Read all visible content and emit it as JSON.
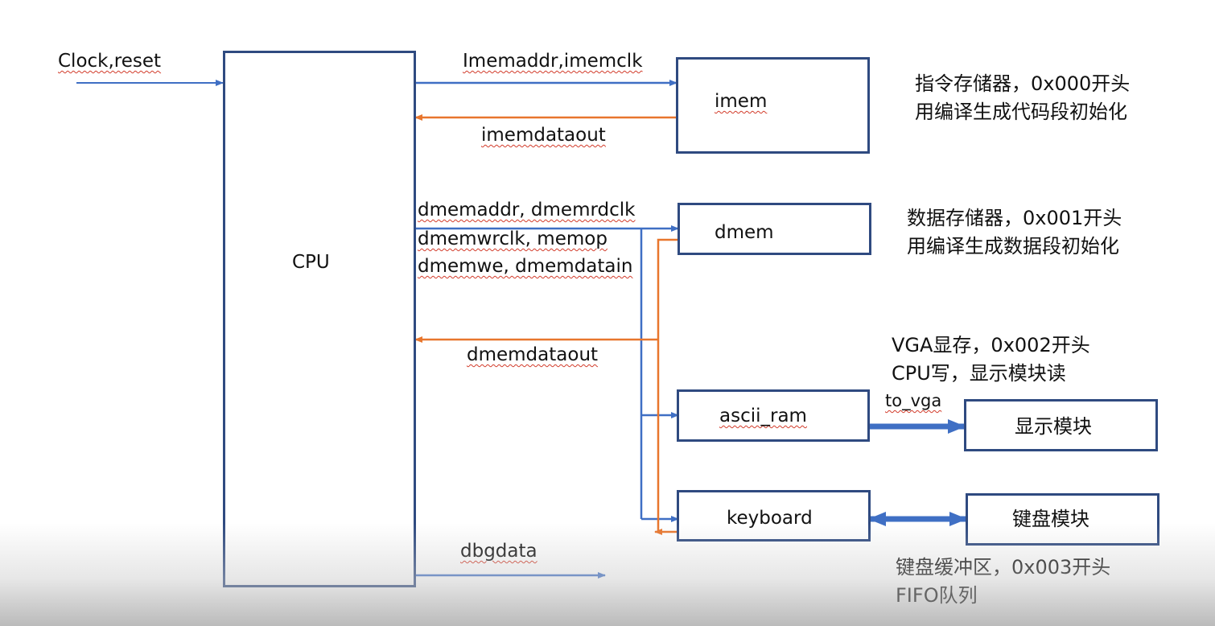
{
  "colors": {
    "box_border": "#2f4a80",
    "signal_blue": "#3f6fc4",
    "signal_orange": "#e8762d",
    "squiggle_red": "#d23b2a"
  },
  "inputs": {
    "clock_reset": "Clock,reset"
  },
  "blocks": {
    "cpu": "CPU",
    "imem": "imem",
    "dmem": "dmem",
    "ascii_ram": "ascii_ram",
    "keyboard": "keyboard",
    "display_module": "显示模块",
    "keyboard_module": "键盘模块"
  },
  "signals": {
    "imem_addr": "Imemaddr,imemclk",
    "imem_dataout": "imemdataout",
    "dmem_in": [
      "dmemaddr, dmemrdclk",
      "dmemwrclk, memop",
      "dmemwe, dmemdatain"
    ],
    "dmem_dataout": "dmemdataout",
    "to_vga": "to_vga",
    "dbgdata": "dbgdata"
  },
  "notes": {
    "imem": [
      "指令存储器，0x000开头",
      "用编译生成代码段初始化"
    ],
    "dmem": [
      "数据存储器，0x001开头",
      "用编译生成数据段初始化"
    ],
    "vga": [
      "VGA显存，0x002开头",
      "CPU写，显示模块读"
    ],
    "keyboard": [
      "键盘缓冲区，0x003开头",
      "FIFO队列"
    ]
  }
}
